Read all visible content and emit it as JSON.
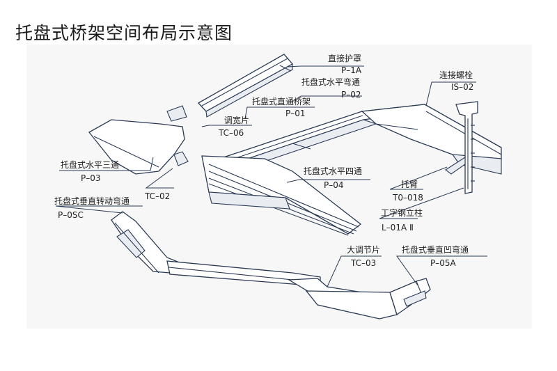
{
  "title": "托盘式桥架空间布局示意图",
  "callouts": [
    {
      "name": "直接护罩",
      "code": "P–1A"
    },
    {
      "name": "托盘式水平弯通",
      "code": "P–02"
    },
    {
      "name": "连接螺栓",
      "code": "IS–02"
    },
    {
      "name": "托盘式直通桥架",
      "code": "P–01"
    },
    {
      "name": "调宽片",
      "code": "TC–06"
    },
    {
      "name": "托盘式水平三通",
      "code": "P–03"
    },
    {
      "name": "托盘式水平四通",
      "code": "P–04"
    },
    {
      "name": "",
      "code": "TC–02"
    },
    {
      "name": "托臂",
      "code": "T0–018"
    },
    {
      "name": "托盘式垂直转动弯通",
      "code": "P–0SC"
    },
    {
      "name": "工字钢立柱",
      "code": "L–01A Ⅱ"
    },
    {
      "name": "大调节片",
      "code": "TC–03"
    },
    {
      "name": "托盘式垂直凹弯通",
      "code": "P–05A"
    }
  ],
  "colors": {
    "line": "#2a3a55",
    "text": "#1f1f1f",
    "background": "#ffffff",
    "panel": "#f7f7f7"
  }
}
